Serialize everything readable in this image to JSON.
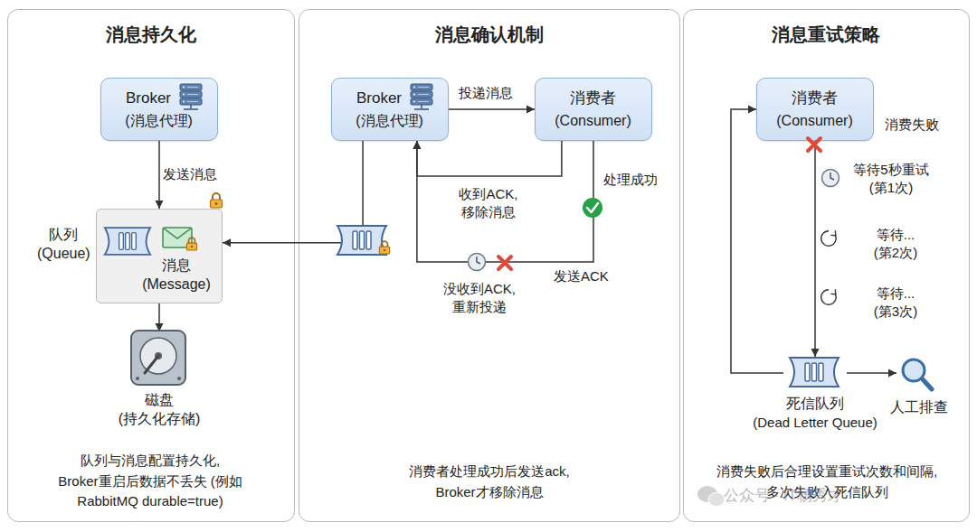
{
  "diagram": {
    "nodes": [
      {
        "text": [
          "消息持久化",
          "队列与消息配置持久化, Broker重启后数据不丢失 (例如 RabbitMQ durable=true)"
        ]
      },
      {
        "text": [
          "Broker",
          "(消息代理)"
        ],
        "in": 0
      },
      {
        "text": [
          "队列 (Queue)",
          "消息 (Message)"
        ],
        "in": 0
      },
      {
        "text": [
          "磁盘 (持久化存储)"
        ],
        "in": 0
      },
      {
        "text": [
          "消息确认机制",
          "消费者处理成功后发送ack, Broker才移除消息"
        ]
      },
      {
        "text": [
          "Broker",
          "(消息代理)"
        ],
        "in": 4
      },
      {
        "text": [
          "消费者",
          "(Consumer)"
        ],
        "in": 4
      },
      {
        "text": [
          "消息重试策略",
          "消费失败后合理设置重试次数和间隔, 多次失败入死信队列"
        ]
      },
      {
        "text": [
          "消费者",
          "(Consumer)"
        ],
        "in": 7
      },
      {
        "text": [
          "死信队列",
          "(Dead Letter Queue)"
        ],
        "in": 7
      },
      {
        "text": [
          "人工排查"
        ],
        "in": 7
      }
    ],
    "edges": [
      {
        "from": 1,
        "to": 2,
        "label": "发送消息",
        "arrow": "to"
      },
      {
        "from": 2,
        "to": 3,
        "arrow": "to"
      },
      {
        "from": 5,
        "to": 6,
        "label": "投递消息",
        "arrow": "to"
      },
      {
        "from": 6,
        "to": 5,
        "label": "收到ACK, 移除消息",
        "arrow": "to"
      },
      {
        "from": 6,
        "to": 5,
        "label": "发送ACK",
        "arrow": "to"
      },
      {
        "from": 5,
        "to": 2,
        "arrow": "to"
      },
      {
        "from": 8,
        "to": 9,
        "arrow": "to"
      },
      {
        "from": 9,
        "to": 10,
        "arrow": "to"
      },
      {
        "from": 9,
        "to": 8,
        "arrow": "to"
      }
    ],
    "labels": [
      "处理成功",
      "没收到ACK, 重新投递",
      "消费失败",
      "等待5秒重试 (第1次)",
      "等待... (第2次)",
      "等待... (第3次)",
      "公众号 · IT杨秀才"
    ]
  }
}
